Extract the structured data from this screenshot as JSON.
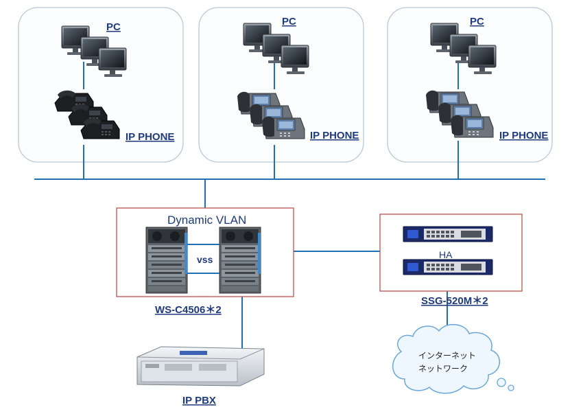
{
  "sites": [
    {
      "pc_label": "PC",
      "phone_label": "IP PHONE"
    },
    {
      "pc_label": "PC",
      "phone_label": "IP PHONE"
    },
    {
      "pc_label": "PC",
      "phone_label": "IP PHONE"
    }
  ],
  "core": {
    "title": "Dynamic VLAN",
    "link_label": "vss",
    "model_label": "WS-C4506＊2"
  },
  "firewall": {
    "ha_label": "HA",
    "model_label": "SSG-520M＊2"
  },
  "server": {
    "label": "IP PBX"
  },
  "cloud": {
    "line1": "インターネット",
    "line2": "ネットワーク"
  },
  "colors": {
    "line": "#1f6fb5",
    "site_border": "#b9c8d6",
    "site_fill": "#fbfdff",
    "box_border": "#c0504d",
    "label_text": "#1f3a7a",
    "cloud_fill": "#eef6ff",
    "cloud_border": "#6aa6d8"
  }
}
